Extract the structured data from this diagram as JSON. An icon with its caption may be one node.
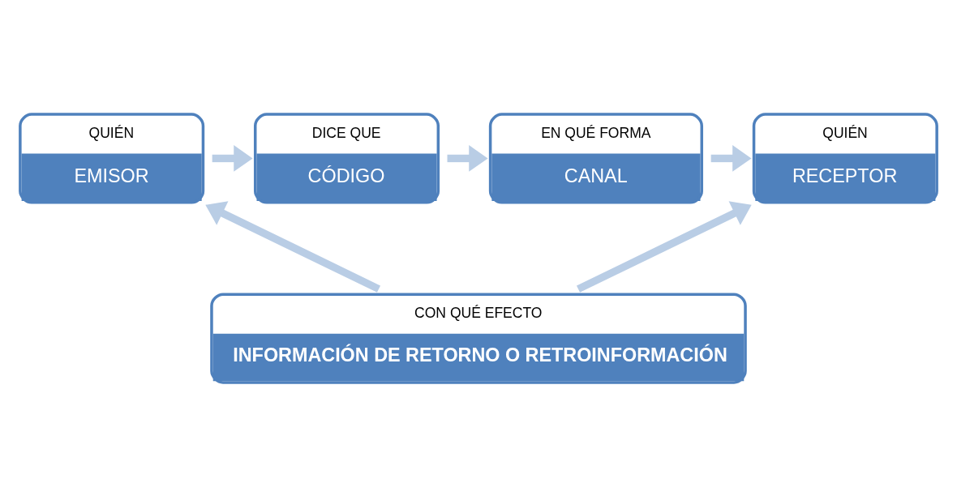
{
  "diagram": {
    "nodes": [
      {
        "text": [
          "QUIÉN",
          "EMISOR"
        ]
      },
      {
        "text": [
          "DICE QUE",
          "CÓDIGO"
        ]
      },
      {
        "text": [
          "EN QUÉ FORMA",
          "CANAL"
        ]
      },
      {
        "text": [
          "QUIÉN",
          "RECEPTOR"
        ]
      },
      {
        "text": [
          "CON QUÉ EFECTO",
          "INFORMACIÓN DE RETORNO O RETROINFORMACIÓN"
        ]
      }
    ],
    "edges": [
      {
        "from": 0,
        "to": 1,
        "arrow": "to"
      },
      {
        "from": 1,
        "to": 2,
        "arrow": "to"
      },
      {
        "from": 2,
        "to": 3,
        "arrow": "to"
      },
      {
        "from": 4,
        "to": 0,
        "arrow": "to"
      },
      {
        "from": 4,
        "to": 3,
        "arrow": "to"
      }
    ]
  }
}
